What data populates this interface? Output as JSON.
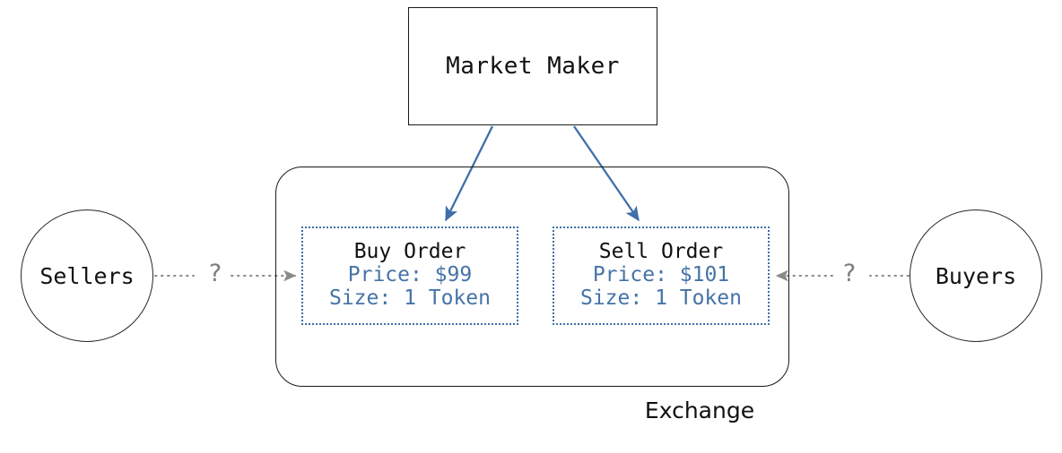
{
  "diagram": {
    "title_node": {
      "label": "Market Maker"
    },
    "container": {
      "label": "Exchange"
    },
    "orders": [
      {
        "name": "buy-order",
        "title": "Buy Order",
        "price": "Price: $99",
        "size": "Size: 1 Token"
      },
      {
        "name": "sell-order",
        "title": "Sell Order",
        "price": "Price: $101",
        "size": "Size: 1 Token"
      }
    ],
    "actors": [
      {
        "name": "sellers",
        "label": "Sellers"
      },
      {
        "name": "buyers",
        "label": "Buyers"
      }
    ],
    "flows": [
      {
        "name": "sellers-to-buy-order",
        "label": "?"
      },
      {
        "name": "buyers-to-sell-order",
        "label": "?"
      }
    ],
    "colors": {
      "accent_blue": "#4573a7",
      "arrow_blue": "#3f6fa8",
      "dotted_gray": "#8a8a8a",
      "outline_black": "#1a1a1a",
      "background": "#ffffff"
    }
  }
}
